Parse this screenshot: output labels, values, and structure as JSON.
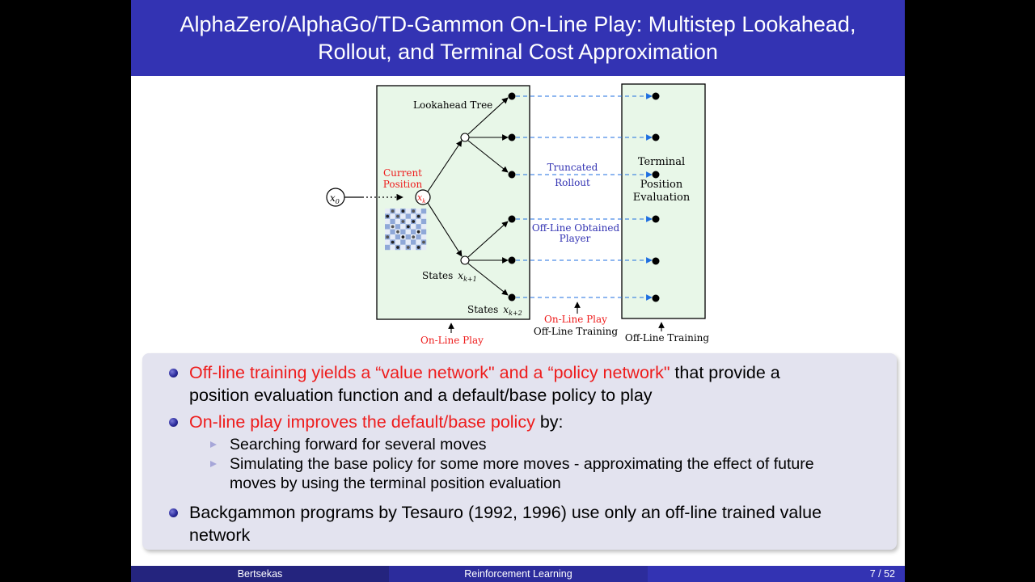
{
  "slide": {
    "title_line1": "AlphaZero/AlphaGo/TD-Gammon On-Line Play: Multistep Lookahead,",
    "title_line2": "Rollout, and Terminal Cost Approximation"
  },
  "diagram": {
    "lookahead_tree": "Lookahead Tree",
    "current_position_1": "Current",
    "current_position_2": "Position",
    "x0": "x",
    "x0_sub": "0",
    "xk": "x",
    "xk_sub": "k",
    "states_k1": "States",
    "states_k1_var": "x",
    "states_k1_sub": "k+1",
    "states_k2": "States",
    "states_k2_var": "x",
    "states_k2_sub": "k+2",
    "truncated_1": "Truncated",
    "truncated_2": "Rollout",
    "offline_player_1": "Off-Line Obtained",
    "offline_player_2": "Player",
    "terminal_1": "Terminal",
    "terminal_2": "Position",
    "terminal_3": "Evaluation",
    "online_play_bottom": "On-Line Play",
    "online_play_mid": "On-Line Play",
    "offline_training_mid": "Off-Line Training",
    "offline_training_right": "Off-Line Training",
    "colors": {
      "red": "#ee1c1c",
      "blue": "#3333b3",
      "dash": "#1f6fe0",
      "box_fill": "#e8f7e8"
    }
  },
  "bullets": {
    "b1_red": "Off-line training yields a “value network\" and a “policy network\"",
    "b1_rest1": " that provide a",
    "b1_line2": "position evaluation function and a default/base policy to play",
    "b2_red": "On-line play improves the default/base policy",
    "b2_rest": " by:",
    "s1": "Searching forward for several moves",
    "s2_line1": "Simulating the base policy for some more moves - approximating the effect of future",
    "s2_line2": "moves by using the terminal position evaluation",
    "b3_line1": "Backgammon programs by Tesauro (1992, 1996) use only an off-line trained value",
    "b3_line2": "network"
  },
  "footer": {
    "author": "Bertsekas",
    "title": "Reinforcement Learning",
    "page": "7 / 52"
  }
}
